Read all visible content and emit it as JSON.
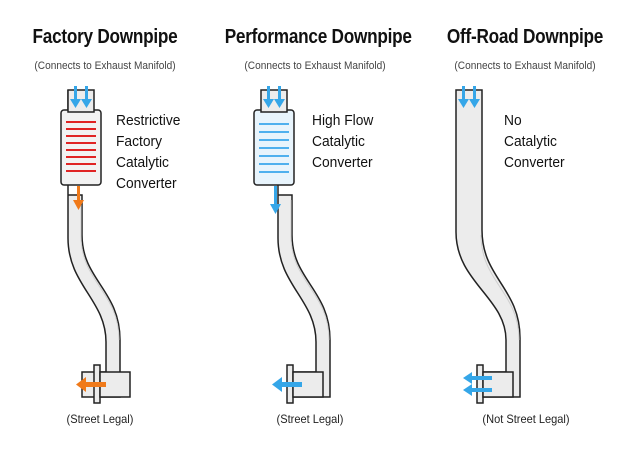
{
  "columns": [
    {
      "title": "Factory Downpipe",
      "subtitle": "(Connects to Exhaust Manifold)",
      "converter_label": [
        "Restrictive",
        "Factory",
        "Catalytic",
        "Converter"
      ],
      "legal": "(Street Legal)",
      "has_converter": true,
      "converter_lines": "#e02424",
      "converter_fill": "#f2f2f2",
      "outflow_color": "#f07a1a",
      "inflow_color": "#35a6e8"
    },
    {
      "title": "Performance Downpipe",
      "subtitle": "(Connects to Exhaust Manifold)",
      "converter_label": [
        "High Flow",
        "Catalytic",
        "Converter"
      ],
      "legal": "(Street Legal)",
      "has_converter": true,
      "converter_lines": "#4fb0ee",
      "converter_fill": "#e8f4fc",
      "outflow_color": "#35a6e8",
      "inflow_color": "#35a6e8"
    },
    {
      "title": "Off-Road Downpipe",
      "subtitle": "(Connects to Exhaust Manifold)",
      "converter_label": [
        "No",
        "Catalytic",
        "Converter"
      ],
      "legal": "(Not Street Legal)",
      "has_converter": false,
      "outflow_color": "#35a6e8",
      "inflow_color": "#35a6e8"
    }
  ],
  "colors": {
    "pipe_fill": "#ececec",
    "pipe_stroke": "#222222"
  }
}
